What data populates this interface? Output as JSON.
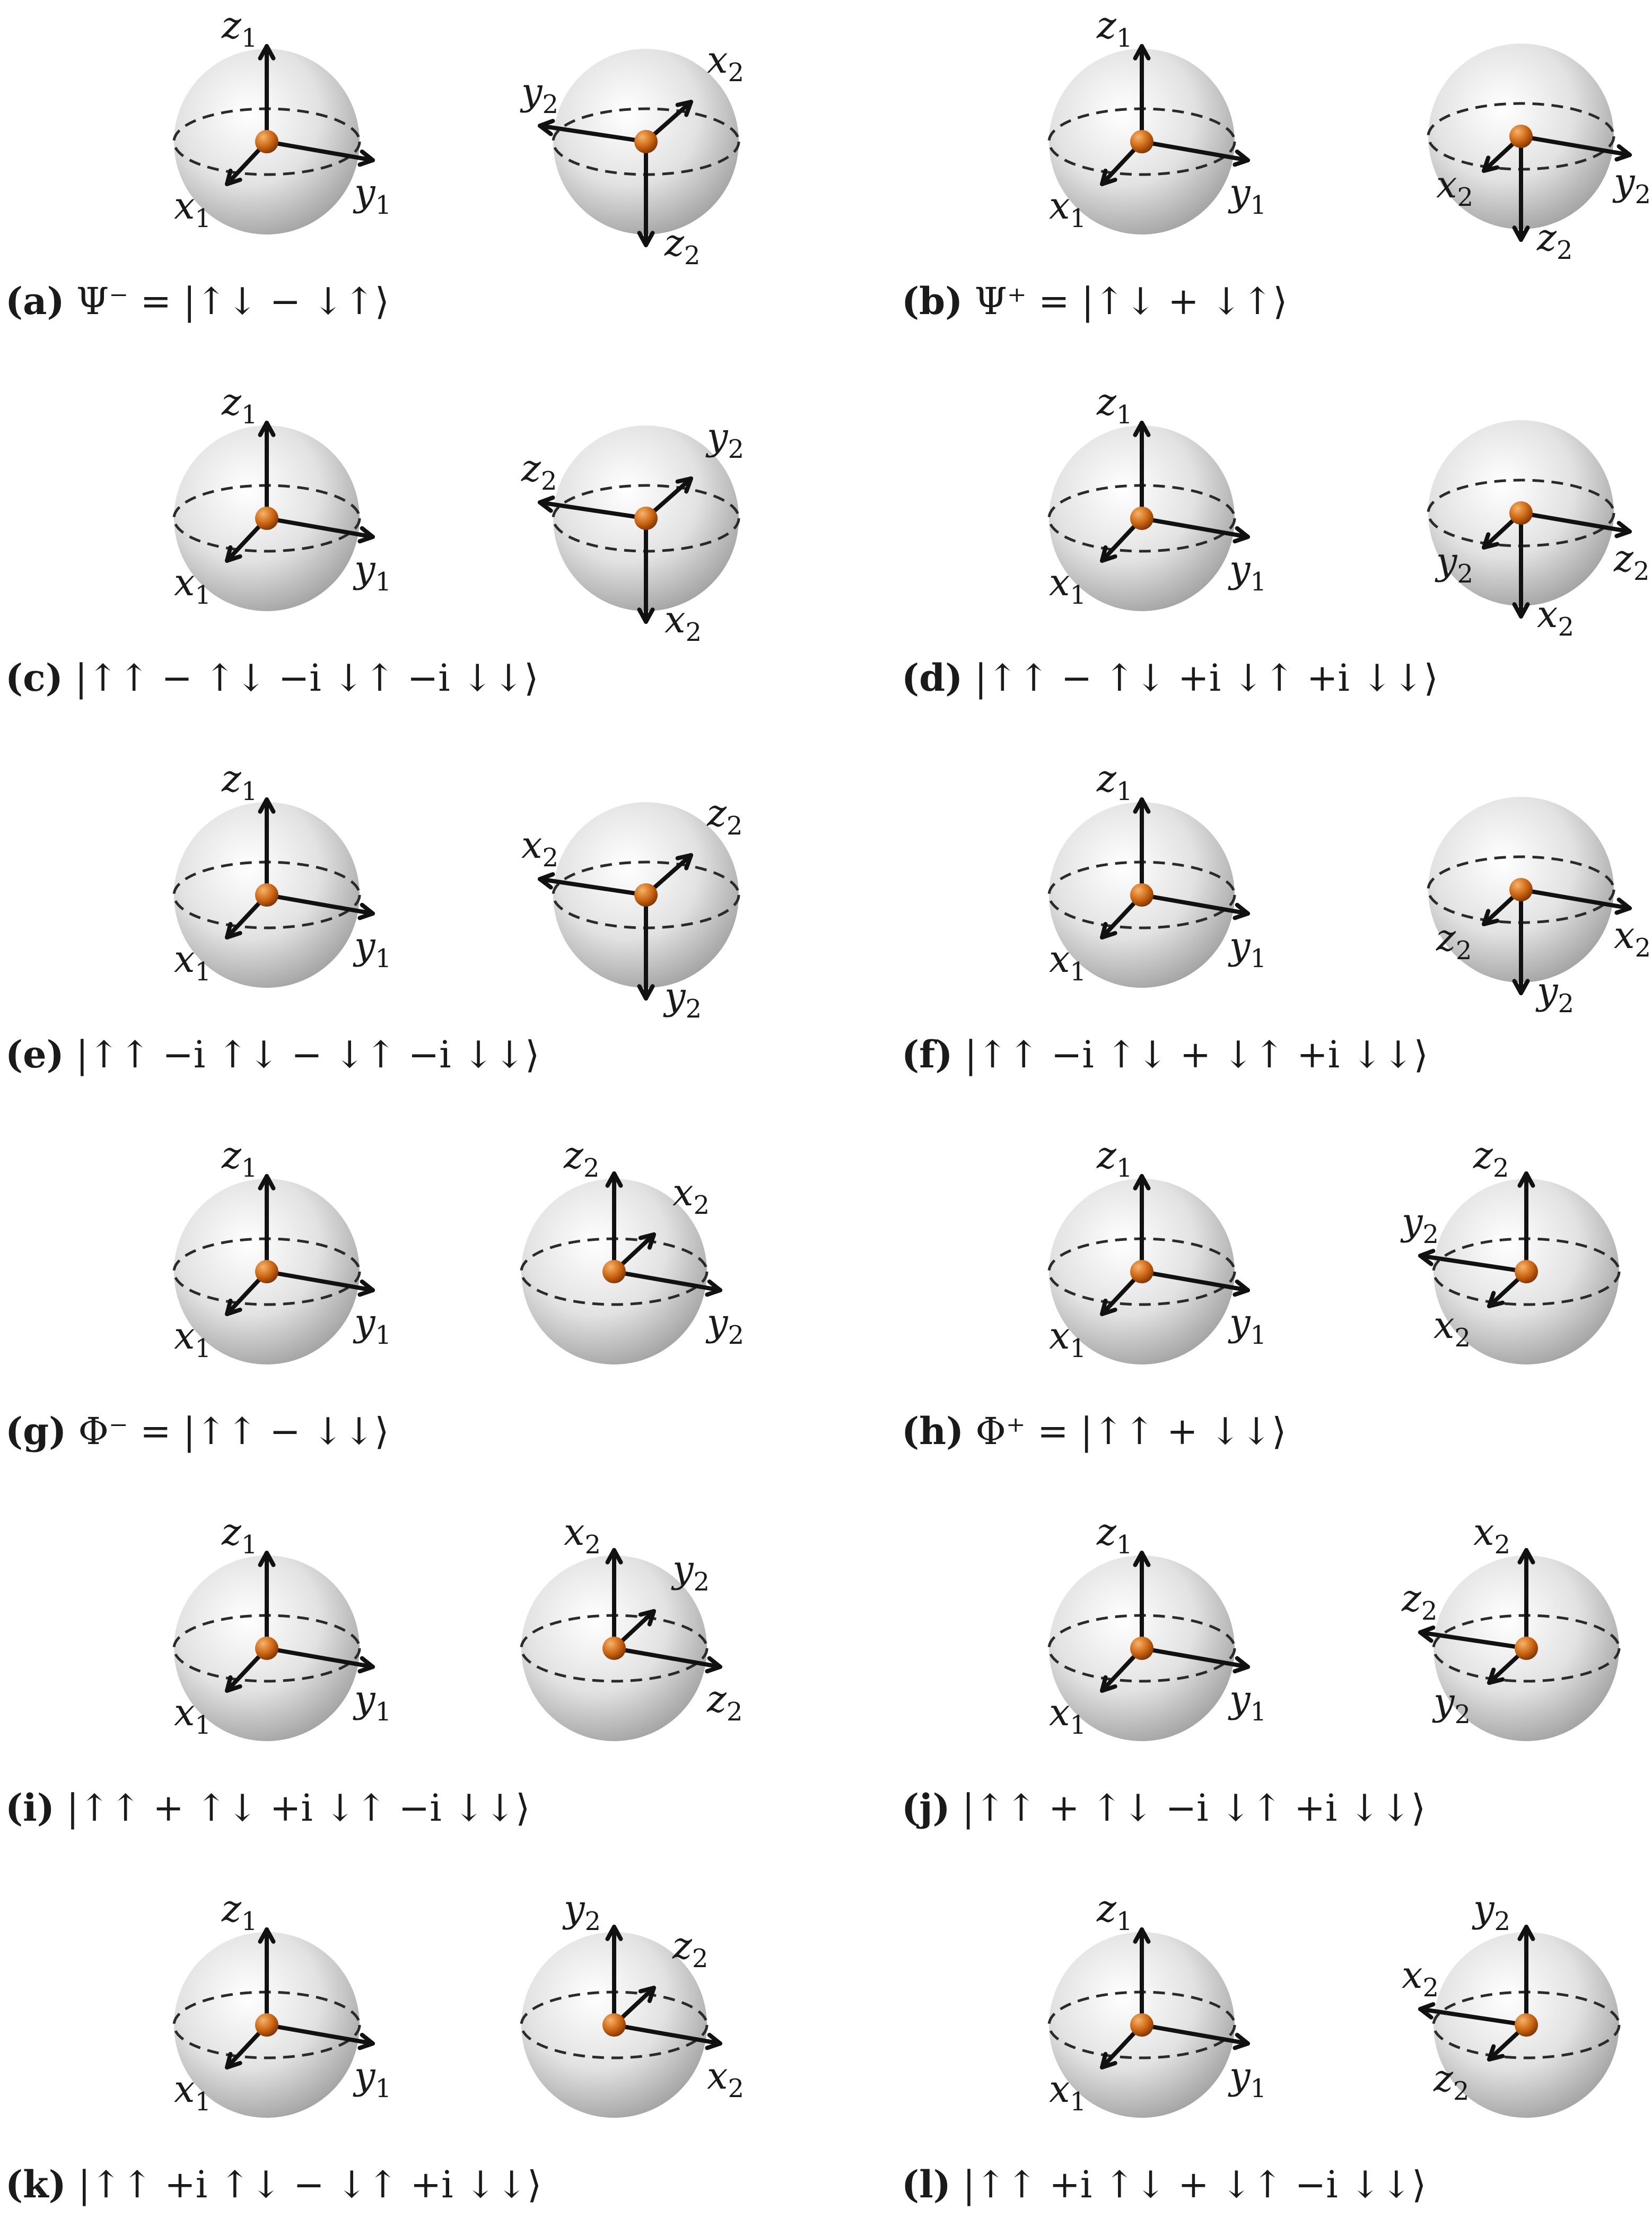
{
  "colors": {
    "sphere_light": "#ffffff",
    "sphere_dark": "#9a9a9a",
    "dot_light": "#f0a050",
    "dot_dark": "#8a3c08",
    "ink": "#111111"
  },
  "panels": [
    {
      "label": "(a)",
      "caption": "Ψ⁻ = |↑↓ − ↓↑⟩",
      "sphere1": {
        "labels": [
          "z",
          "x",
          "y"
        ],
        "subscript": "1"
      },
      "sphere2": {
        "labels": [
          "z",
          "x",
          "y"
        ],
        "subscript": "2"
      }
    },
    {
      "label": "(b)",
      "caption": "Ψ⁺ = |↑↓ + ↓↑⟩",
      "sphere1": {
        "labels": [
          "z",
          "x",
          "y"
        ],
        "subscript": "1"
      },
      "sphere2": {
        "labels": [
          "z",
          "x",
          "y"
        ],
        "subscript": "2"
      }
    },
    {
      "label": "(c)",
      "caption": "|↑↑ − ↑↓ −i ↓↑ −i ↓↓⟩",
      "sphere1": {
        "labels": [
          "z",
          "x",
          "y"
        ],
        "subscript": "1"
      },
      "sphere2": {
        "labels": [
          "x",
          "y",
          "z"
        ],
        "subscript": "2"
      }
    },
    {
      "label": "(d)",
      "caption": "|↑↑ − ↑↓ +i ↓↑ +i ↓↓⟩",
      "sphere1": {
        "labels": [
          "z",
          "x",
          "y"
        ],
        "subscript": "1"
      },
      "sphere2": {
        "labels": [
          "x",
          "y",
          "z"
        ],
        "subscript": "2"
      }
    },
    {
      "label": "(e)",
      "caption": "|↑↑ −i ↑↓ − ↓↑ −i ↓↓⟩",
      "sphere1": {
        "labels": [
          "z",
          "x",
          "y"
        ],
        "subscript": "1"
      },
      "sphere2": {
        "labels": [
          "y",
          "z",
          "x"
        ],
        "subscript": "2"
      }
    },
    {
      "label": "(f)",
      "caption": "|↑↑ −i ↑↓ + ↓↑ +i ↓↓⟩",
      "sphere1": {
        "labels": [
          "z",
          "x",
          "y"
        ],
        "subscript": "1"
      },
      "sphere2": {
        "labels": [
          "y",
          "z",
          "x"
        ],
        "subscript": "2"
      }
    },
    {
      "label": "(g)",
      "caption": "Φ⁻ = |↑↑ − ↓↓⟩",
      "sphere1": {
        "labels": [
          "z",
          "x",
          "y"
        ],
        "subscript": "1"
      },
      "sphere2": {
        "labels": [
          "z",
          "x",
          "y"
        ],
        "subscript": "2"
      }
    },
    {
      "label": "(h)",
      "caption": "Φ⁺ = |↑↑ + ↓↓⟩",
      "sphere1": {
        "labels": [
          "z",
          "x",
          "y"
        ],
        "subscript": "1"
      },
      "sphere2": {
        "labels": [
          "z",
          "x",
          "y"
        ],
        "subscript": "2"
      }
    },
    {
      "label": "(i)",
      "caption": "|↑↑ + ↑↓ +i ↓↑ −i ↓↓⟩",
      "sphere1": {
        "labels": [
          "z",
          "x",
          "y"
        ],
        "subscript": "1"
      },
      "sphere2": {
        "labels": [
          "x",
          "y",
          "z"
        ],
        "subscript": "2"
      }
    },
    {
      "label": "(j)",
      "caption": "|↑↑ + ↑↓ −i ↓↑ +i ↓↓⟩",
      "sphere1": {
        "labels": [
          "z",
          "x",
          "y"
        ],
        "subscript": "1"
      },
      "sphere2": {
        "labels": [
          "x",
          "y",
          "z"
        ],
        "subscript": "2"
      }
    },
    {
      "label": "(k)",
      "caption": "|↑↑ +i ↑↓ − ↓↑ +i ↓↓⟩",
      "sphere1": {
        "labels": [
          "z",
          "x",
          "y"
        ],
        "subscript": "1"
      },
      "sphere2": {
        "labels": [
          "y",
          "z",
          "x"
        ],
        "subscript": "2"
      }
    },
    {
      "label": "(l)",
      "caption": "|↑↑ +i ↑↓ + ↓↑ −i ↓↓⟩",
      "sphere1": {
        "labels": [
          "z",
          "x",
          "y"
        ],
        "subscript": "1"
      },
      "sphere2": {
        "labels": [
          "y",
          "z",
          "x"
        ],
        "subscript": "2"
      }
    }
  ]
}
